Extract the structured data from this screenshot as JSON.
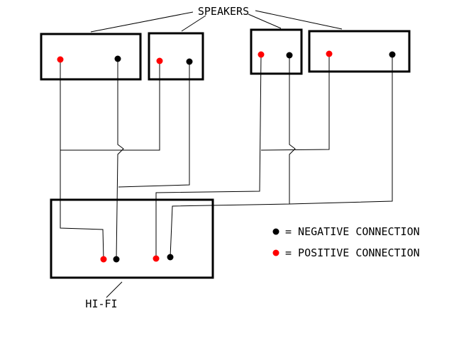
{
  "diagram": {
    "speakers_label": "SPEAKERS",
    "hifi_label": "HI-FI",
    "legend": {
      "negative": {
        "text": "= NEGATIVE CONNECTION",
        "color": "#000000"
      },
      "positive": {
        "text": "= POSITIVE CONNECTION",
        "color": "#ff0000"
      }
    },
    "colors": {
      "positive": "#ff0000",
      "negative": "#000000",
      "line": "#000000"
    }
  }
}
